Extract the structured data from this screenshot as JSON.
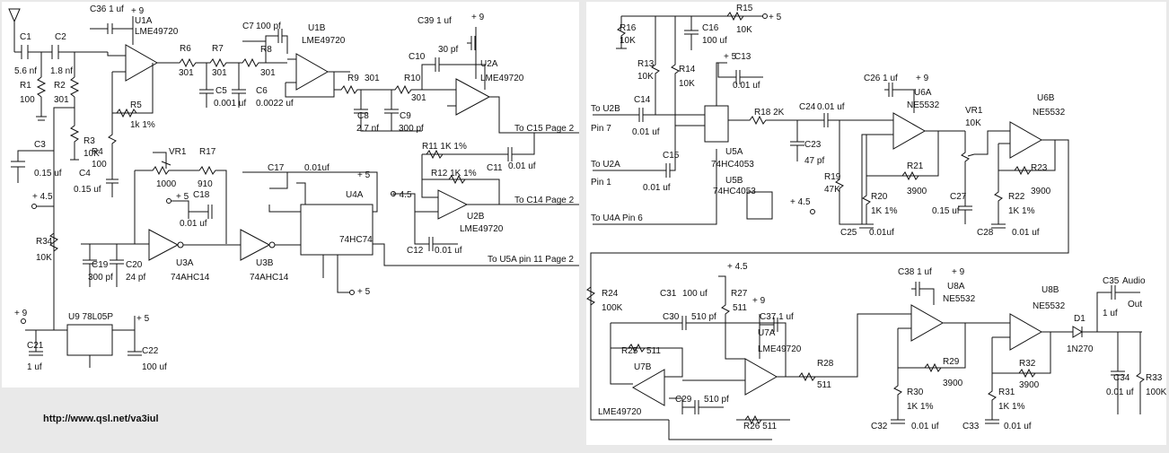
{
  "url": "http://www.qsl.net/va3iul",
  "labels": [
    {
      "id": "C36",
      "t": "C36  1 uf"
    },
    {
      "id": "plus9a",
      "t": "+ 9"
    },
    {
      "id": "U1A",
      "t": "U1A"
    },
    {
      "id": "LME1",
      "t": "LME49720"
    },
    {
      "id": "C1",
      "t": "C1"
    },
    {
      "id": "C2",
      "t": "C2"
    },
    {
      "id": "C1v",
      "t": "5.6 nf"
    },
    {
      "id": "C2v",
      "t": "1.8 nf"
    },
    {
      "id": "R1",
      "t": "R1"
    },
    {
      "id": "R1v",
      "t": "100"
    },
    {
      "id": "R2",
      "t": "R2"
    },
    {
      "id": "R2v",
      "t": "301"
    },
    {
      "id": "R6",
      "t": "R6"
    },
    {
      "id": "R7",
      "t": "R7"
    },
    {
      "id": "R6v",
      "t": "301"
    },
    {
      "id": "R7v",
      "t": "301"
    },
    {
      "id": "C7",
      "t": "C7"
    },
    {
      "id": "C7v",
      "t": "100 pf"
    },
    {
      "id": "R8",
      "t": "R8"
    },
    {
      "id": "R8v",
      "t": "301"
    },
    {
      "id": "U1B",
      "t": "U1B"
    },
    {
      "id": "LME2",
      "t": "LME49720"
    },
    {
      "id": "C5",
      "t": "C5"
    },
    {
      "id": "C5v",
      "t": "0.001 uf"
    },
    {
      "id": "C6",
      "t": "C6"
    },
    {
      "id": "C6v",
      "t": "0.0022 uf"
    },
    {
      "id": "R5",
      "t": "R5"
    },
    {
      "id": "R5v",
      "t": "1k 1%"
    },
    {
      "id": "C39",
      "t": "C39  1 uf"
    },
    {
      "id": "plus9b",
      "t": "+ 9"
    },
    {
      "id": "C10",
      "t": "C10"
    },
    {
      "id": "C10v",
      "t": "30 pf"
    },
    {
      "id": "U2A",
      "t": "U2A"
    },
    {
      "id": "LME3",
      "t": "LME49720"
    },
    {
      "id": "R9",
      "t": "R9"
    },
    {
      "id": "R9v",
      "t": "301"
    },
    {
      "id": "R10",
      "t": "R10"
    },
    {
      "id": "R10v",
      "t": "301"
    },
    {
      "id": "C8",
      "t": "C8"
    },
    {
      "id": "C8v",
      "t": "2.7 nf"
    },
    {
      "id": "C9",
      "t": "C9"
    },
    {
      "id": "C9v",
      "t": "300 pf"
    },
    {
      "id": "toC15",
      "t": "To C15 Page 2"
    },
    {
      "id": "R3",
      "t": "R3"
    },
    {
      "id": "R3v",
      "t": "10K"
    },
    {
      "id": "R4",
      "t": "R4"
    },
    {
      "id": "R4v",
      "t": "100"
    },
    {
      "id": "C3",
      "t": "C3"
    },
    {
      "id": "C3v",
      "t": "0.15 uf"
    },
    {
      "id": "C4",
      "t": "C4"
    },
    {
      "id": "C4v",
      "t": "0.15 uf"
    },
    {
      "id": "VR1",
      "t": "VR1"
    },
    {
      "id": "R17",
      "t": "R17"
    },
    {
      "id": "VR1v",
      "t": "1000"
    },
    {
      "id": "R17v",
      "t": "910"
    },
    {
      "id": "plus5a",
      "t": "+ 5"
    },
    {
      "id": "C18",
      "t": "C18"
    },
    {
      "id": "C18v",
      "t": "0.01 uf"
    },
    {
      "id": "R11",
      "t": "R11  1K 1%"
    },
    {
      "id": "C11",
      "t": "C11"
    },
    {
      "id": "C11v",
      "t": "0.01 uf"
    },
    {
      "id": "R12",
      "t": "R12  1K 1%"
    },
    {
      "id": "toC14",
      "t": "To C14 Page 2"
    },
    {
      "id": "plus45a",
      "t": "+ 4.5"
    },
    {
      "id": "plus45b",
      "t": "+ 4.5"
    },
    {
      "id": "U2B",
      "t": "U2B"
    },
    {
      "id": "LME4",
      "t": "LME49720"
    },
    {
      "id": "C12",
      "t": "C12"
    },
    {
      "id": "C12v",
      "t": "0.01 uf"
    },
    {
      "id": "toU5A",
      "t": "To U5A pin 11 Page 2"
    },
    {
      "id": "C17",
      "t": "C17"
    },
    {
      "id": "C17v",
      "t": "0.01uf"
    },
    {
      "id": "plus5b",
      "t": "+ 5"
    },
    {
      "id": "U4A",
      "t": "U4A"
    },
    {
      "id": "hc74",
      "t": "74HC74"
    },
    {
      "id": "plus5c",
      "t": "+ 5"
    },
    {
      "id": "R34",
      "t": "R34"
    },
    {
      "id": "R34v",
      "t": "10K"
    },
    {
      "id": "C19",
      "t": "C19"
    },
    {
      "id": "C19v",
      "t": "300 pf"
    },
    {
      "id": "C20",
      "t": "C20"
    },
    {
      "id": "C20v",
      "t": "24 pf"
    },
    {
      "id": "U3A",
      "t": "U3A"
    },
    {
      "id": "ahc1",
      "t": "74AHC14"
    },
    {
      "id": "U3B",
      "t": "U3B"
    },
    {
      "id": "ahc2",
      "t": "74AHC14"
    },
    {
      "id": "plus9c",
      "t": "+ 9"
    },
    {
      "id": "U9",
      "t": "U9  78L05P"
    },
    {
      "id": "plus5d",
      "t": "+ 5"
    },
    {
      "id": "C21",
      "t": "C21"
    },
    {
      "id": "C21v",
      "t": "1 uf"
    },
    {
      "id": "C22",
      "t": "C22"
    },
    {
      "id": "C22v",
      "t": "100 uf"
    },
    {
      "id": "R16",
      "t": "R16"
    },
    {
      "id": "R16v",
      "t": "10K"
    },
    {
      "id": "C16",
      "t": "C16"
    },
    {
      "id": "C16v",
      "t": "100 uf"
    },
    {
      "id": "R15",
      "t": "R15"
    },
    {
      "id": "R15v",
      "t": "10K"
    },
    {
      "id": "plus5e",
      "t": "+ 5"
    },
    {
      "id": "R13",
      "t": "R13"
    },
    {
      "id": "R13v",
      "t": "10K"
    },
    {
      "id": "R14",
      "t": "R14"
    },
    {
      "id": "R14v",
      "t": "10K"
    },
    {
      "id": "plus5f",
      "t": "+ 5"
    },
    {
      "id": "C13",
      "t": "C13"
    },
    {
      "id": "C13v",
      "t": "0.01 uf"
    },
    {
      "id": "toU2B",
      "t": "To U2B"
    },
    {
      "id": "pin7",
      "t": "Pin 7"
    },
    {
      "id": "C14",
      "t": "C14"
    },
    {
      "id": "C14v",
      "t": "0.01 uf"
    },
    {
      "id": "toU2A",
      "t": "To U2A"
    },
    {
      "id": "pin1",
      "t": "Pin 1"
    },
    {
      "id": "C15",
      "t": "C15"
    },
    {
      "id": "C15v",
      "t": "0.01 uf"
    },
    {
      "id": "toU4A",
      "t": "To U4A Pin 6"
    },
    {
      "id": "U5A",
      "t": "U5A"
    },
    {
      "id": "hc4053a",
      "t": "74HC4053"
    },
    {
      "id": "U5B",
      "t": "U5B"
    },
    {
      "id": "hc4053b",
      "t": "74HC4053"
    },
    {
      "id": "R18",
      "t": "R18  2K"
    },
    {
      "id": "C24",
      "t": "C24"
    },
    {
      "id": "C24v",
      "t": "0.01 uf"
    },
    {
      "id": "C23",
      "t": "C23"
    },
    {
      "id": "C23v",
      "t": "47 pf"
    },
    {
      "id": "R19",
      "t": "R19"
    },
    {
      "id": "R19v",
      "t": "47K"
    },
    {
      "id": "plus45c",
      "t": "+ 4.5"
    },
    {
      "id": "C25",
      "t": "C25"
    },
    {
      "id": "C25v",
      "t": "0.01uf"
    },
    {
      "id": "C26",
      "t": "C26  1 uf"
    },
    {
      "id": "plus9d",
      "t": "+ 9"
    },
    {
      "id": "U6A",
      "t": "U6A"
    },
    {
      "id": "ne1",
      "t": "NE5532"
    },
    {
      "id": "R21",
      "t": "R21"
    },
    {
      "id": "R21v",
      "t": "3900"
    },
    {
      "id": "R20",
      "t": "R20"
    },
    {
      "id": "R20v",
      "t": "1K 1%"
    },
    {
      "id": "VR1b",
      "t": "VR1"
    },
    {
      "id": "VR1bv",
      "t": "10K"
    },
    {
      "id": "C27",
      "t": "C27"
    },
    {
      "id": "C27v",
      "t": "0.15 uf"
    },
    {
      "id": "U6B",
      "t": "U6B"
    },
    {
      "id": "ne2",
      "t": "NE5532"
    },
    {
      "id": "R23",
      "t": "R23"
    },
    {
      "id": "R23v",
      "t": "3900"
    },
    {
      "id": "R22",
      "t": "R22"
    },
    {
      "id": "R22v",
      "t": "1K 1%"
    },
    {
      "id": "C28",
      "t": "C28"
    },
    {
      "id": "C28v",
      "t": "0.01 uf"
    },
    {
      "id": "plus45d",
      "t": "+ 4.5"
    },
    {
      "id": "C31",
      "t": "C31"
    },
    {
      "id": "C31v",
      "t": "100 uf"
    },
    {
      "id": "R27",
      "t": "R27"
    },
    {
      "id": "R27v",
      "t": "511"
    },
    {
      "id": "R24",
      "t": "R24"
    },
    {
      "id": "R24v",
      "t": "100K"
    },
    {
      "id": "C30",
      "t": "C30"
    },
    {
      "id": "C30v",
      "t": "510 pf"
    },
    {
      "id": "plus9e",
      "t": "+ 9"
    },
    {
      "id": "C37",
      "t": "C37  1 uf"
    },
    {
      "id": "U7A",
      "t": "U7A"
    },
    {
      "id": "LME5",
      "t": "LME49720"
    },
    {
      "id": "R25",
      "t": "R25"
    },
    {
      "id": "R25v",
      "t": "511"
    },
    {
      "id": "U7B",
      "t": "U7B"
    },
    {
      "id": "LME6",
      "t": "LME49720"
    },
    {
      "id": "C29",
      "t": "C29"
    },
    {
      "id": "C29v",
      "t": "510 pf"
    },
    {
      "id": "R26",
      "t": "R26  511"
    },
    {
      "id": "R28",
      "t": "R28"
    },
    {
      "id": "R28v",
      "t": "511"
    },
    {
      "id": "C38",
      "t": "C38  1 uf"
    },
    {
      "id": "plus9f",
      "t": "+ 9"
    },
    {
      "id": "U8A",
      "t": "U8A"
    },
    {
      "id": "ne3",
      "t": "NE5532"
    },
    {
      "id": "R29",
      "t": "R29"
    },
    {
      "id": "R29v",
      "t": "3900"
    },
    {
      "id": "R30",
      "t": "R30"
    },
    {
      "id": "R30v",
      "t": "1K 1%"
    },
    {
      "id": "C32",
      "t": "C32"
    },
    {
      "id": "C32v",
      "t": "0.01 uf"
    },
    {
      "id": "U8B",
      "t": "U8B"
    },
    {
      "id": "ne4",
      "t": "NE5532"
    },
    {
      "id": "R32",
      "t": "R32"
    },
    {
      "id": "R32v",
      "t": "3900"
    },
    {
      "id": "R31",
      "t": "R31"
    },
    {
      "id": "R31v",
      "t": "1K 1%"
    },
    {
      "id": "C33",
      "t": "C33"
    },
    {
      "id": "C33v",
      "t": "0.01 uf"
    },
    {
      "id": "D1",
      "t": "D1"
    },
    {
      "id": "D1v",
      "t": "1N270"
    },
    {
      "id": "C35",
      "t": "C35"
    },
    {
      "id": "C35v",
      "t": "1 uf"
    },
    {
      "id": "audio",
      "t": "Audio"
    },
    {
      "id": "out",
      "t": "Out"
    },
    {
      "id": "C34",
      "t": "C34"
    },
    {
      "id": "C34v",
      "t": "0.01 uf"
    },
    {
      "id": "R33",
      "t": "R33"
    },
    {
      "id": "R33v",
      "t": "100K"
    }
  ]
}
